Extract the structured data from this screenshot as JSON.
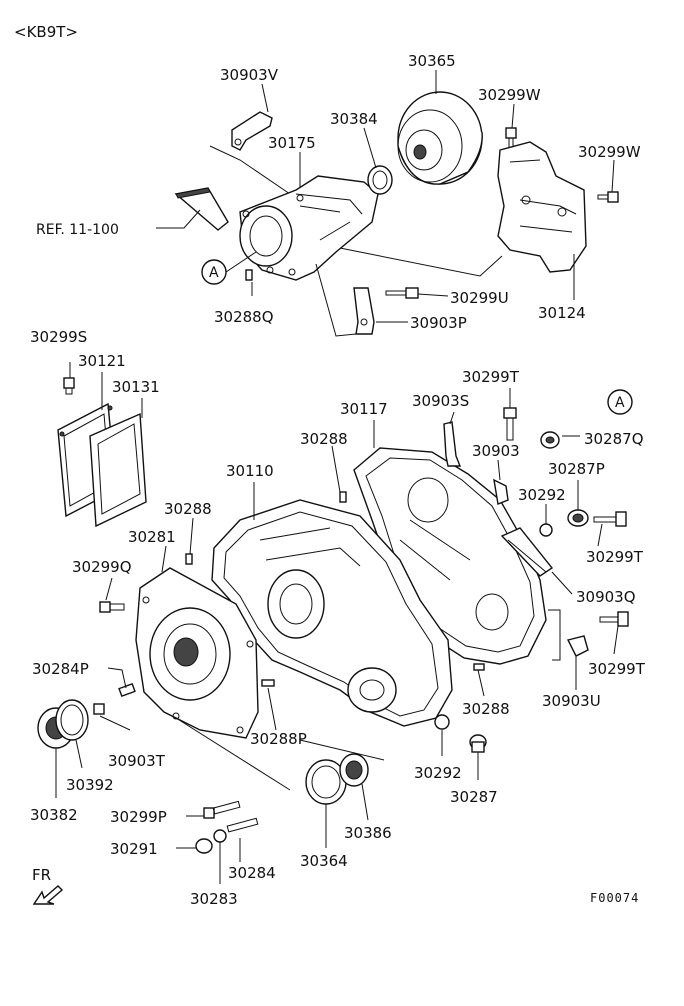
{
  "header": {
    "model_code": "<KB9T>"
  },
  "figure_code": "F00074",
  "direction_label": "FR",
  "reference_label": "REF. 11-100",
  "callout_marker": "A",
  "parts": {
    "p30903V": "30903V",
    "p30365": "30365",
    "p30384": "30384",
    "p30299W_a": "30299W",
    "p30299W_b": "30299W",
    "p30175": "30175",
    "p30299U": "30299U",
    "p30124": "30124",
    "p30288Q": "30288Q",
    "p30903P": "30903P",
    "p30299S": "30299S",
    "p30121": "30121",
    "p30131": "30131",
    "p30117": "30117",
    "p30299T_a": "30299T",
    "p30903S": "30903S",
    "p30287Q": "30287Q",
    "p30288_a": "30288",
    "p30903": "30903",
    "p30287P": "30287P",
    "p30110": "30110",
    "p30292_a": "30292",
    "p30288_b": "30288",
    "p30281": "30281",
    "p30299T_b": "30299T",
    "p30299Q": "30299Q",
    "p30903Q": "30903Q",
    "p30299T_c": "30299T",
    "p30284P": "30284P",
    "p30903U": "30903U",
    "p30288_c": "30288",
    "p30288P": "30288P",
    "p30903T": "30903T",
    "p30392": "30392",
    "p30292_b": "30292",
    "p30287": "30287",
    "p30382": "30382",
    "p30299P": "30299P",
    "p30386": "30386",
    "p30291": "30291",
    "p30284": "30284",
    "p30364": "30364",
    "p30283": "30283"
  }
}
